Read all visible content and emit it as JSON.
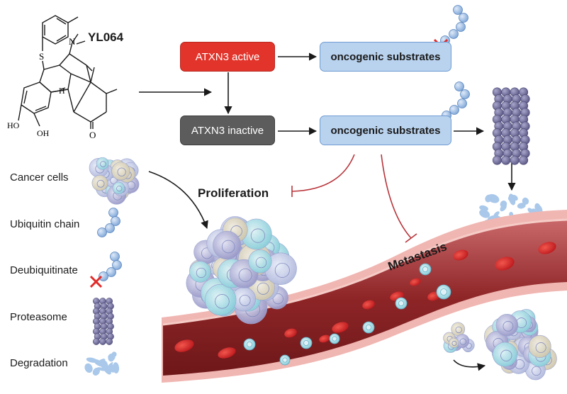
{
  "compound": {
    "name": "YL064",
    "atoms": {
      "s": "S",
      "n": "N",
      "h": "H",
      "oh1": "HO",
      "oh2": "OH",
      "o": "O"
    }
  },
  "boxes": {
    "active": "ATXN3 active",
    "inactive": "ATXN3 inactive",
    "substrates_top": "oncogenic substrates",
    "substrates_bottom": "oncogenic substrates"
  },
  "labels": {
    "proliferation": "Proliferation",
    "metastasis": "Metastasis"
  },
  "legend": [
    {
      "label": "Cancer cells",
      "icon": "cancer-cells-icon"
    },
    {
      "label": "Ubiquitin chain",
      "icon": "ubiquitin-chain-icon"
    },
    {
      "label": "Deubiquitinate",
      "icon": "deubiquitinate-icon"
    },
    {
      "label": "Proteasome",
      "icon": "proteasome-icon"
    },
    {
      "label": "Degradation",
      "icon": "degradation-icon"
    }
  ],
  "colors": {
    "active_box": "#e2342b",
    "inactive_box": "#5c5c5c",
    "substrate_box": "#b9d3ef",
    "ubiquitin": "#8fb3e2",
    "proteasome": "#7f7ba6",
    "inhibition": "#b8343a",
    "vessel": "#9e2a2c"
  }
}
